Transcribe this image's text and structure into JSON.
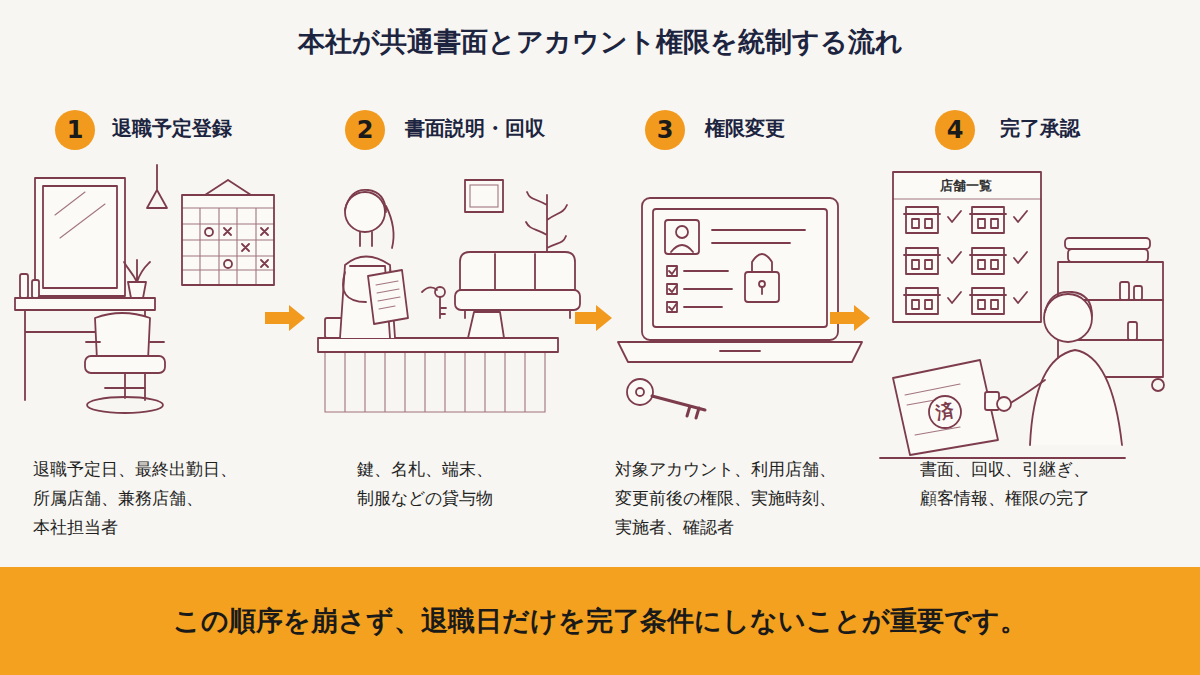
{
  "diagram": {
    "title": "本社が共通書面とアカウント権限を統制する流れ",
    "nodes": [
      {
        "text": [
          "退職予定登録",
          "退職予定日、最終出勤日、 所属店舗、兼務店舗、 本社担当者"
        ]
      },
      {
        "text": [
          "1"
        ],
        "in": 0
      },
      {
        "text": [
          "書面説明・回収",
          "鍵、名札、端末、 制服などの貸与物"
        ]
      },
      {
        "text": [
          "2"
        ],
        "in": 2
      },
      {
        "text": [
          "権限変更",
          "対象アカウント、利用店舗、 変更前後の権限、実施時刻、 実施者、確認者"
        ]
      },
      {
        "text": [
          "3"
        ],
        "in": 4
      },
      {
        "text": [
          "完了承認",
          "書面、回収、引継ぎ、 顧客情報、権限の完了"
        ]
      },
      {
        "text": [
          "4"
        ],
        "in": 6
      },
      {
        "text": [
          "この順序を崩さず、退職日だけを完了条件にしないことが重要です。"
        ]
      }
    ],
    "edges": [
      {
        "from": 0,
        "to": 2,
        "arrow": "to"
      },
      {
        "from": 2,
        "to": 4,
        "arrow": "to"
      },
      {
        "from": 4,
        "to": 6,
        "arrow": "to"
      }
    ],
    "labels": [
      "店舗一覧",
      "済"
    ]
  }
}
